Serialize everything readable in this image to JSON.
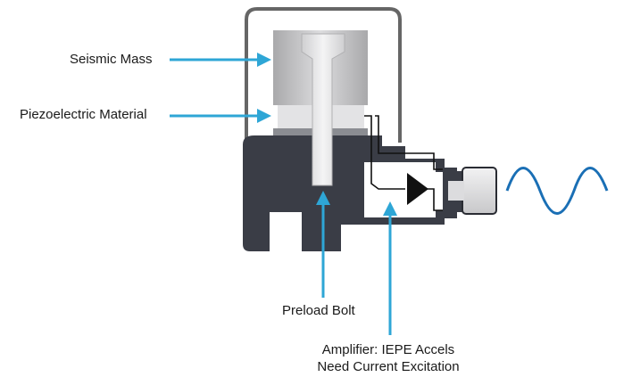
{
  "labels": {
    "seismic_mass": "Seismic Mass",
    "piezoelectric": "Piezoelectric Material",
    "preload_bolt": "Preload Bolt",
    "amplifier_line1": "Amplifier: IEPE Accels",
    "amplifier_line2": "Need Current Excitation"
  },
  "colors": {
    "arrow": "#2ea6d6",
    "wave": "#1a6fb5",
    "housing": "#3a3d46",
    "mass": "#c9c9cb",
    "bolt": "#e6e6e8",
    "outline": "#666666"
  }
}
